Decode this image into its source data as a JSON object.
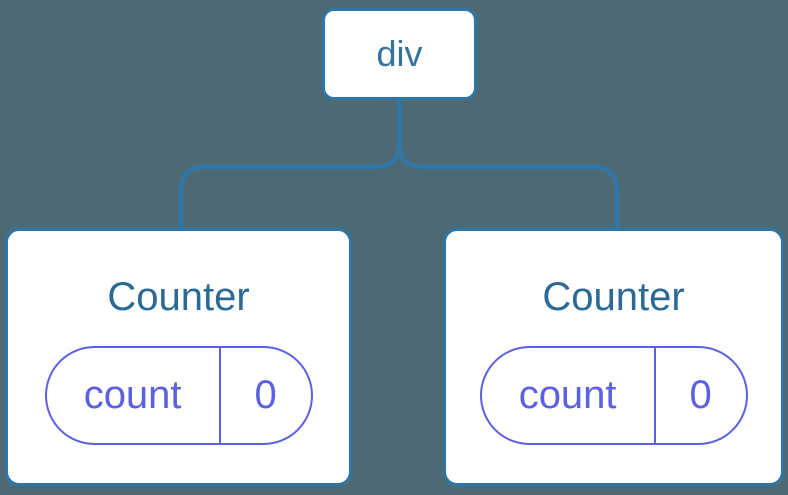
{
  "diagram": {
    "root": {
      "label": "div"
    },
    "children": [
      {
        "title": "Counter",
        "state": {
          "key": "count",
          "value": "0"
        }
      },
      {
        "title": "Counter",
        "state": {
          "key": "count",
          "value": "0"
        }
      }
    ],
    "colors": {
      "background": "#4d6974",
      "node_background": "#ffffff",
      "node_border_blue": "#2e76a8",
      "node_text_blue": "#2b6996",
      "state_purple": "#5c60e2"
    }
  }
}
